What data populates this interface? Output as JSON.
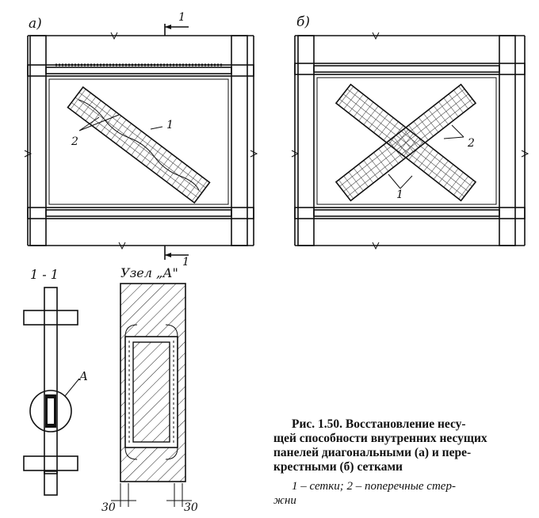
{
  "labels": {
    "panel_a": "а)",
    "panel_b": "б)",
    "section_mark_top": "1",
    "section_mark_bottom": "1",
    "mesh_2_a": "2",
    "mesh_1_a": "1",
    "mesh_2_b": "2",
    "mesh_1_b": "1",
    "section_title": "1 - 1",
    "node_ref": "A",
    "node_title": "Узел „А\"",
    "dim_left": "30",
    "dim_right": "30"
  },
  "caption": {
    "lines": [
      "Рис. 1.50. Восстановление несу-",
      "щей способности внутренних несущих",
      "панелей диагональными (а) и пере-",
      "крестными (б) сетками"
    ],
    "legend_lines": [
      "1 – сетки;  2 – поперечные стер-",
      "жни"
    ]
  }
}
